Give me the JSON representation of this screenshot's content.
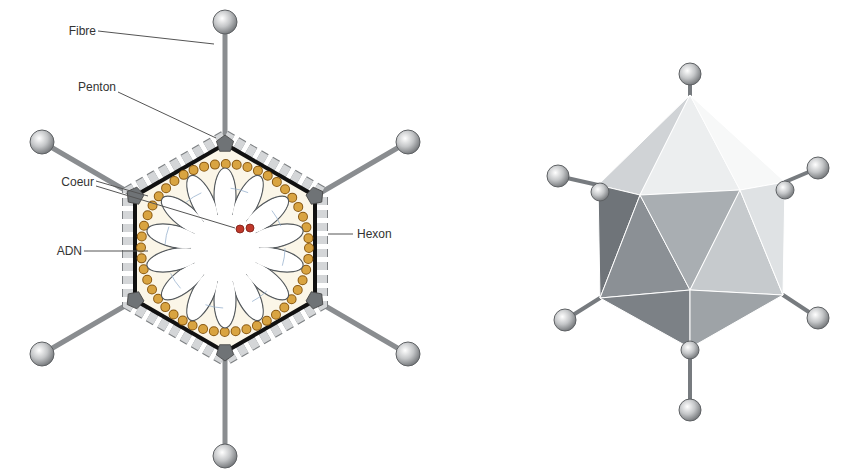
{
  "diagram": {
    "labels": [
      "Fibre",
      "Penton",
      "Coeur",
      "ADN",
      "Hexon"
    ]
  }
}
